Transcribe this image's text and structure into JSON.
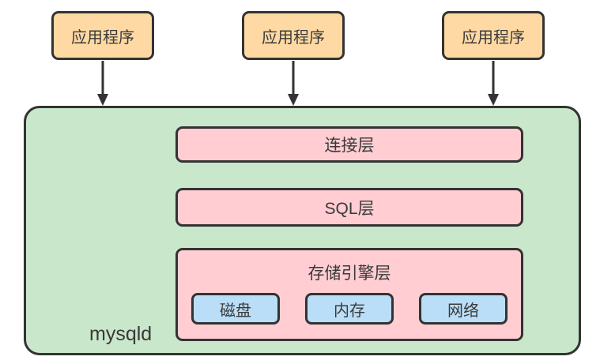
{
  "diagram": {
    "app_boxes": [
      {
        "label": "应用程序"
      },
      {
        "label": "应用程序"
      },
      {
        "label": "应用程序"
      }
    ],
    "server": {
      "label": "mysqld"
    },
    "layers": {
      "connection": {
        "label": "连接层"
      },
      "sql": {
        "label": "SQL层"
      },
      "storage": {
        "label": "存储引擎层",
        "components": [
          {
            "label": "磁盘"
          },
          {
            "label": "内存"
          },
          {
            "label": "网络"
          }
        ]
      }
    },
    "colors": {
      "app_fill": "#ffd9a3",
      "server_fill": "#c9e7ca",
      "layer_fill": "#ffcdd2",
      "component_fill": "#badef7",
      "stroke": "#333333",
      "text": "#3a3a3a"
    }
  }
}
